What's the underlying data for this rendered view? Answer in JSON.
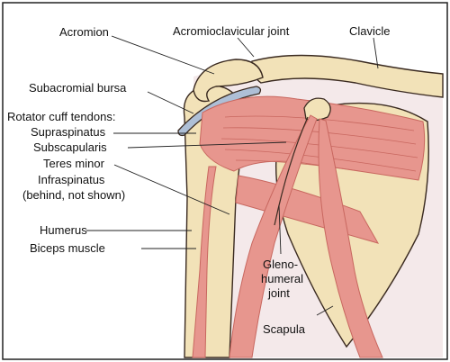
{
  "labels": {
    "acromion": "Acromion",
    "ac_joint": "Acromioclavicular joint",
    "clavicle": "Clavicle",
    "subacromial_bursa": "Subacromial bursa",
    "rotator_cuff_tendons": "Rotator cuff tendons:",
    "supraspinatus": "Supraspinatus",
    "subscapularis": "Subscapularis",
    "teres_minor": "Teres minor",
    "infraspinatus": "Infraspinatus",
    "behind_not_shown": "(behind, not shown)",
    "humerus": "Humerus",
    "biceps_muscle": "Biceps muscle",
    "gleno_line1": "Gleno-",
    "gleno_line2": "humeral",
    "gleno_line3": "joint",
    "scapula": "Scapula"
  },
  "colors": {
    "muscle": "#e7968e",
    "muscle_dark": "#c8675f",
    "bone": "#f2e2b8",
    "bone_outline": "#3a2a20",
    "bursa": "#aebfd6",
    "background_panel": "#f4e9ea"
  }
}
